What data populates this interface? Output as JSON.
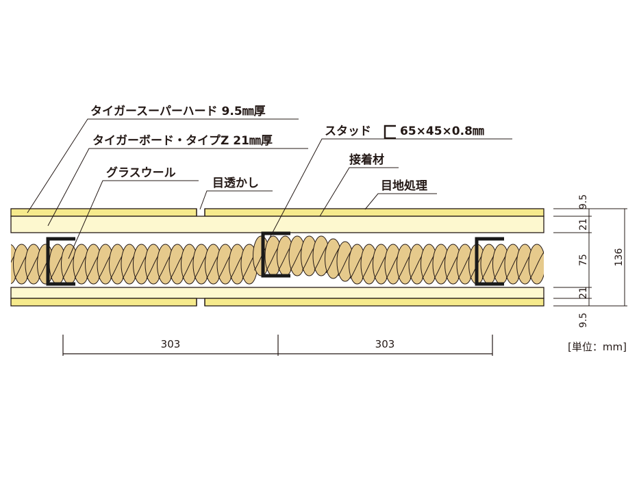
{
  "labels": {
    "face_board": "タイガースーパーハード 9.5㎜厚",
    "base_board": "タイガーボード・タイプZ 21㎜厚",
    "insulation": "グラスウール",
    "gap": "目透かし",
    "stud": "スタッド",
    "stud_size": "65×45×0.8㎜",
    "adhesive": "接着材",
    "joint": "目地処理"
  },
  "dimensions": {
    "spacing_left": "303",
    "spacing_right": "303",
    "layer_face_top": "9.5",
    "layer_base_top": "21",
    "layer_core": "75",
    "layer_base_bottom": "21",
    "layer_face_bottom": "9.5",
    "total": "136",
    "unit": "[単位：mm]"
  },
  "colors": {
    "face_board": "#f6ea8c",
    "base_board": "#fdf8cf",
    "insulation": "#e6ca8c",
    "line": "#231815"
  },
  "icons": {
    "stud_symbol": "c-channel-icon"
  }
}
